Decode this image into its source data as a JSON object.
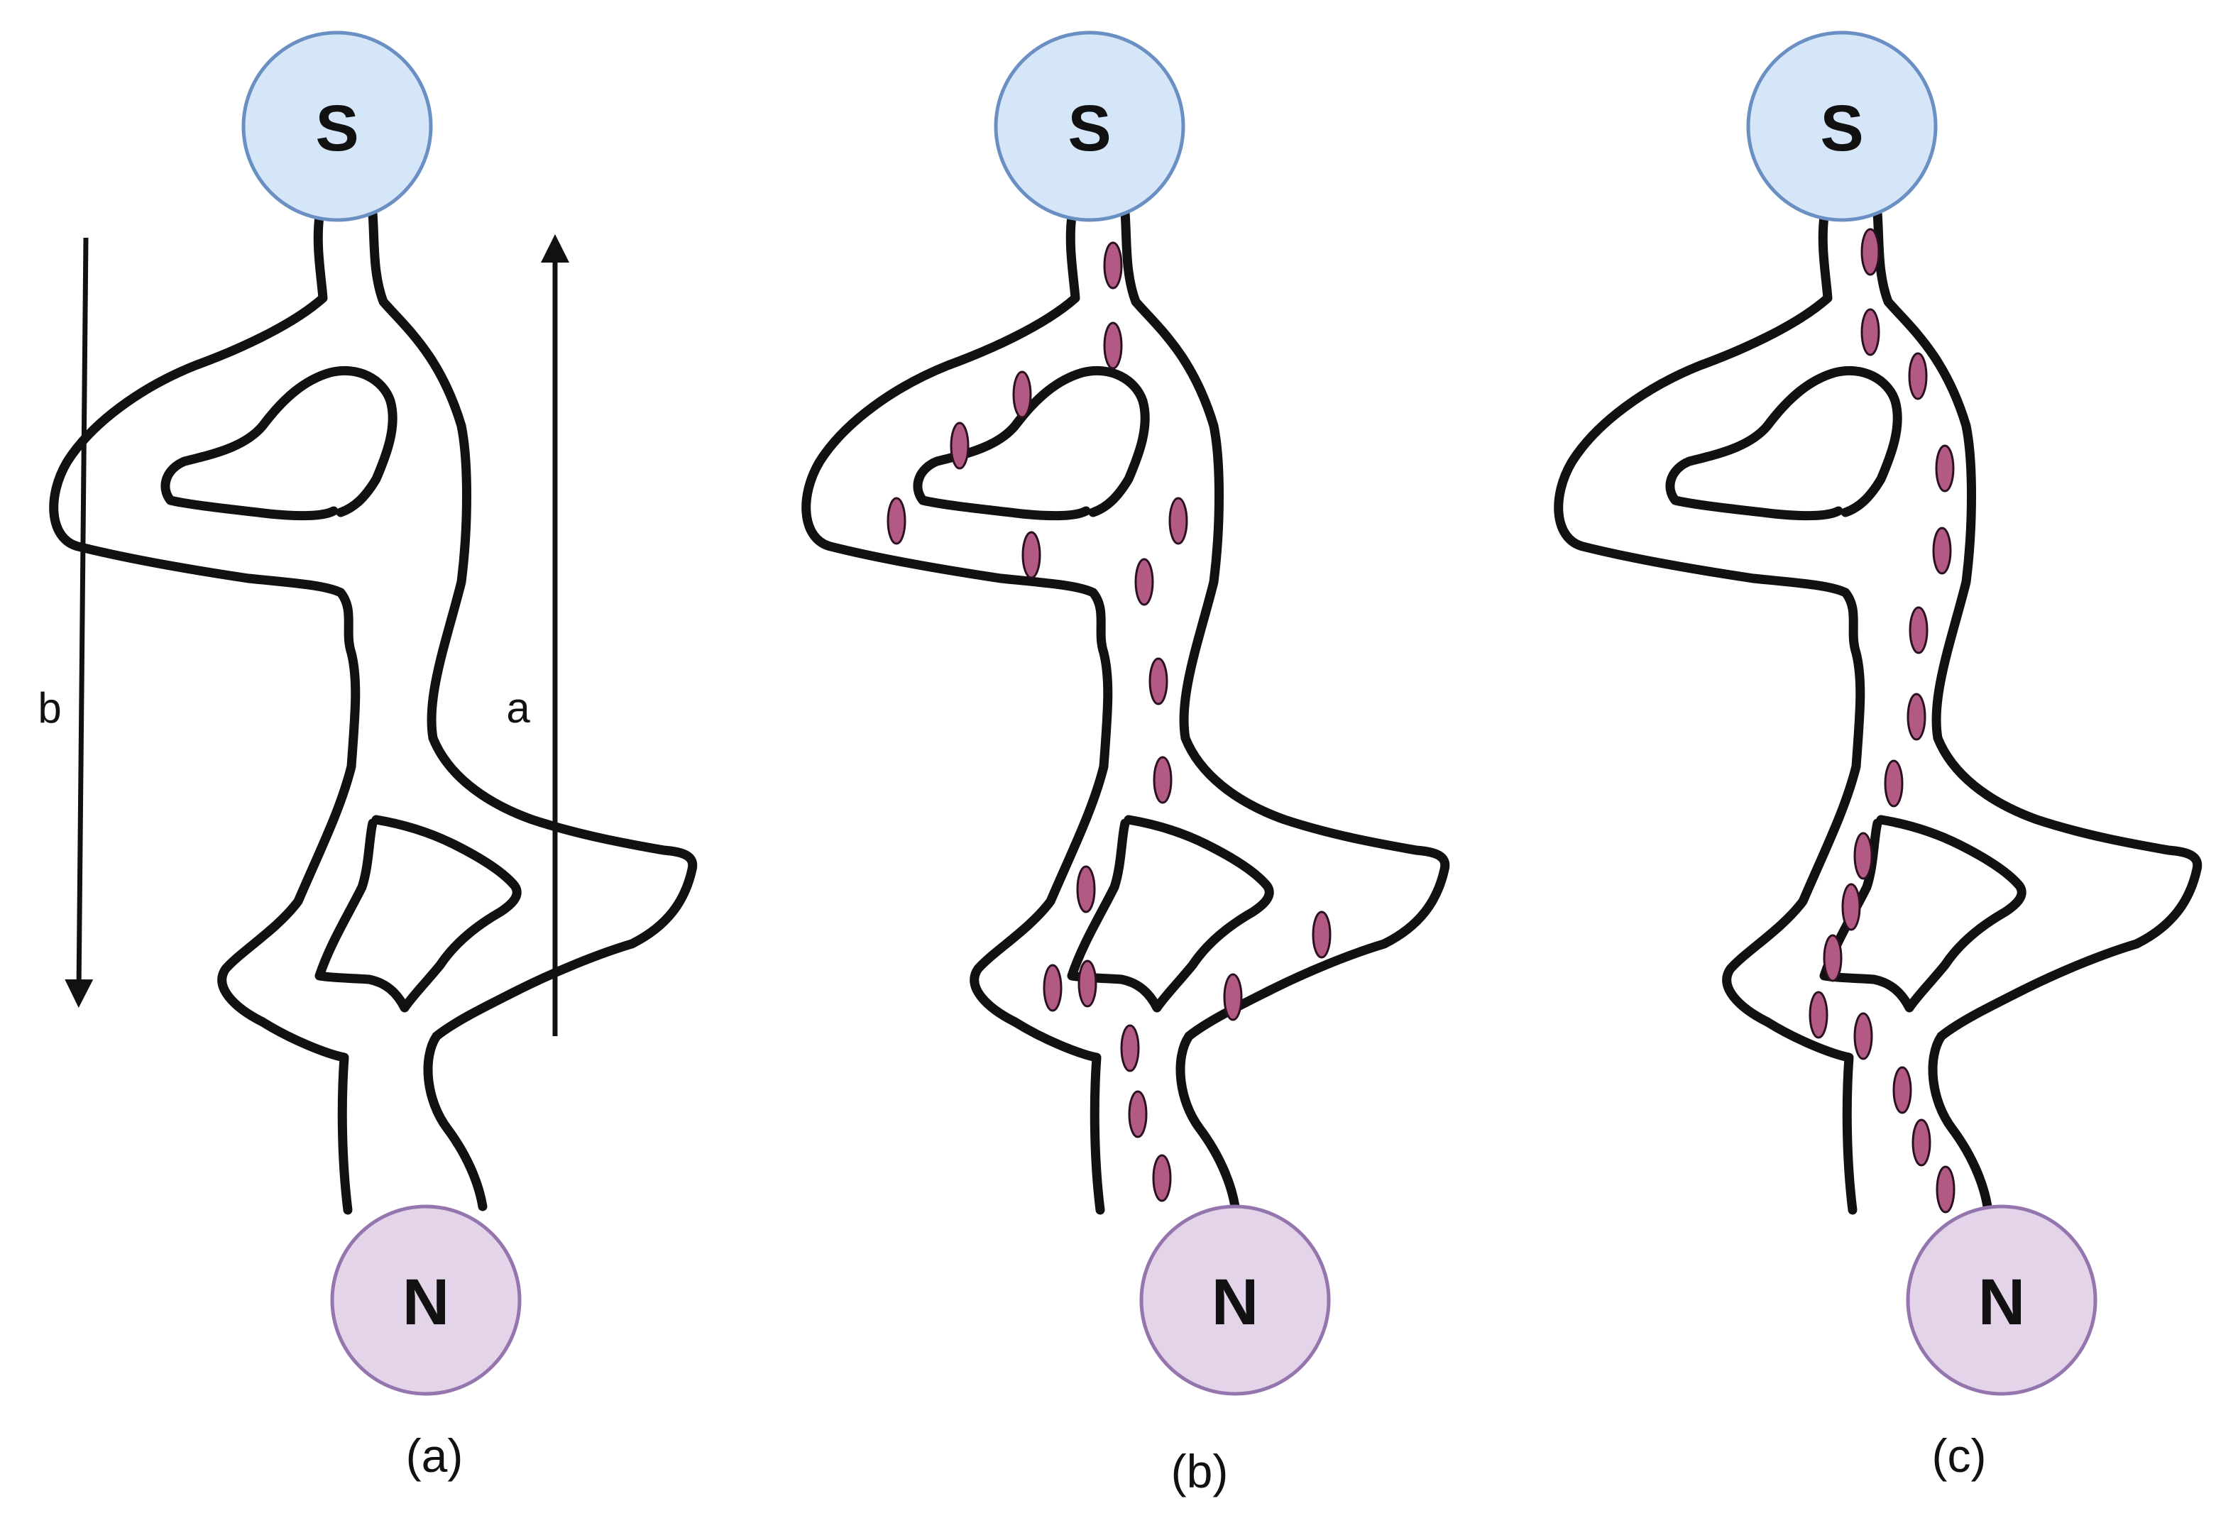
{
  "panels": [
    {
      "caption": "(a)",
      "source_label": "S",
      "sink_label": "N"
    },
    {
      "caption": "(b)",
      "source_label": "S",
      "sink_label": "N"
    },
    {
      "caption": "(c)",
      "source_label": "S",
      "sink_label": "N"
    }
  ],
  "arrows": {
    "left_label": "b",
    "right_label": "a"
  },
  "colors": {
    "source_fill": "#d6e6f9",
    "source_stroke": "#6a8fc3",
    "sink_fill": "#e3d4e9",
    "sink_stroke": "#9575ad",
    "particle_fill": "#b35a84",
    "line": "#111111"
  }
}
